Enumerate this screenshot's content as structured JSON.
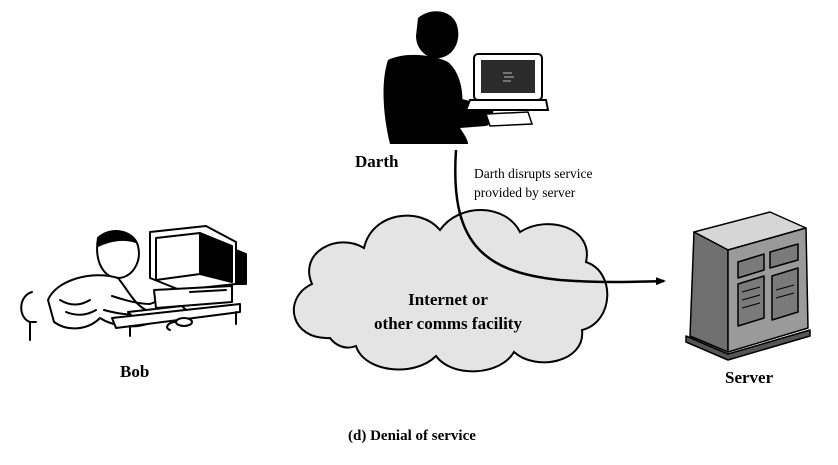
{
  "actors": {
    "darth": {
      "label": "Darth",
      "icon": "attacker-at-computer-icon"
    },
    "bob": {
      "label": "Bob",
      "icon": "user-at-computer-icon"
    },
    "server": {
      "label": "Server",
      "icon": "server-icon"
    }
  },
  "network": {
    "line1": "Internet or",
    "line2": "other comms facility",
    "icon": "cloud-icon"
  },
  "annotation": {
    "line1": "Darth disrupts service",
    "line2": "provided by server"
  },
  "caption": "(d) Denial of service",
  "colors": {
    "cloud_fill": "#e4e4e4",
    "ink": "#000000",
    "screen": "#3a3a3a",
    "server_body": "#8c8c8c"
  }
}
